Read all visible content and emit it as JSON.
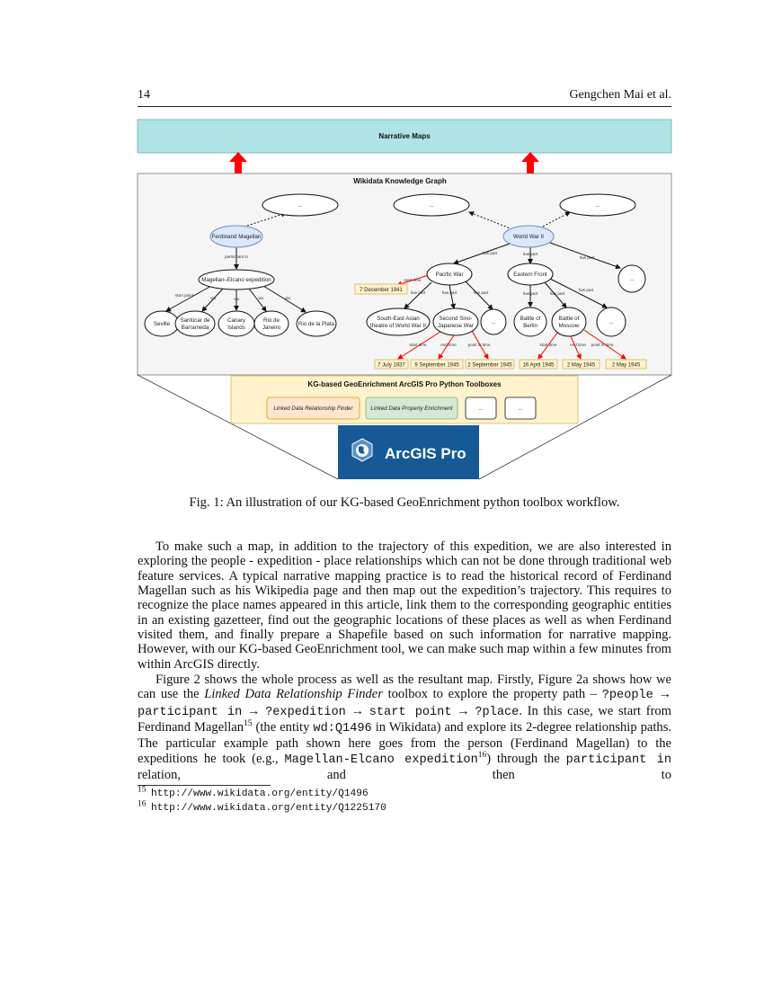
{
  "header": {
    "page_number": "14",
    "authors": "Gengchen Mai et al."
  },
  "figure": {
    "narrative_maps": "Narrative Maps",
    "kg_title": "Wikidata Knowledge Graph",
    "ellipsis": "...",
    "nodes": {
      "ferdinand": "Ferdinand Magellan",
      "expedition": "Magellan–Elcano expedition",
      "seville": "Seville",
      "sanlucar": [
        "Sanlúcar de",
        "Barrameda"
      ],
      "canary": [
        "Canary",
        "Islands"
      ],
      "rio": [
        "Rio de",
        "Janeiro"
      ],
      "plata": "Rio de la Plata",
      "ww2": "World War II",
      "pacific": "Pacific War",
      "eastern": "Eastern Front",
      "sea": [
        "South-East Asian",
        "theatre of World War II"
      ],
      "sino": [
        "Second Sino-",
        "Japanese War"
      ],
      "berlin": [
        "Battle of",
        "Berlin"
      ],
      "moscow": [
        "Battle of",
        "Moscow"
      ]
    },
    "edges": {
      "participant_in": "participant in",
      "start_point": "start point",
      "via": "via",
      "has_part": "has part",
      "start_time": "start time",
      "end_time": "end time",
      "point_in_time": "point in time"
    },
    "dates": [
      "7 December 1941",
      "7 July 1937",
      "9 September 1945",
      "2 September 1945",
      "16 April 1945",
      "2 May 1945",
      "2 May 1945"
    ],
    "toolbox_title": "KG-based GeoEnrichment ArcGIS Pro Python Toolboxes",
    "toolboxes": [
      "Linked Data Relationship Finder",
      "Linked Data Property Enrichment",
      "...",
      "..."
    ],
    "logo_text": "ArcGIS Pro",
    "colors": {
      "narrative": "#b0e3e6",
      "kg_bg": "#f5f5f5",
      "entity_blue": "#dae8fc",
      "toolbox_bg": "#fff2cc",
      "finder": "#ffe6cc",
      "enrichment": "#d5e8d4",
      "arcgis": "#155a96",
      "arrow_red": "#ff0000"
    }
  },
  "caption": "Fig. 1: An illustration of our KG-based GeoEnrichment python toolbox workflow.",
  "body": {
    "p1": [
      {
        "s": "n",
        "t": "To make such a map, in addition to the trajectory of this expedition, we are also interested in exploring the people - expedition - place relationships which can not be done through traditional web feature services. A typical narrative mapping practice is to read the historical record of Ferdinand Magellan such as his Wikipedia page and then map out the expedition’s trajectory. This requires to recognize the place names appeared in this article, link them to the corresponding geographic entities in an existing gazetteer, find out the geographic locations of these places as well as when Ferdinand visited them, and finally prepare a Shapefile based on such information for narrative mapping. However, with our KG-based GeoEnrichment tool, we can make such map within a few minutes from within ArcGIS directly."
      }
    ],
    "p2": [
      {
        "s": "n",
        "t": "Figure 2 shows the whole process as well as the resultant map. Firstly, Figure 2a shows how we can use the "
      },
      {
        "s": "i",
        "t": "Linked Data Relationship Finder"
      },
      {
        "s": "n",
        "t": " toolbox to explore the property path – "
      },
      {
        "s": "m",
        "t": "?people"
      },
      {
        "s": "n",
        "t": " → "
      },
      {
        "s": "m",
        "t": "participant in"
      },
      {
        "s": "n",
        "t": " → "
      },
      {
        "s": "m",
        "t": "?expedition"
      },
      {
        "s": "n",
        "t": " → "
      },
      {
        "s": "m",
        "t": "start point"
      },
      {
        "s": "n",
        "t": " → "
      },
      {
        "s": "m",
        "t": "?place"
      },
      {
        "s": "n",
        "t": ". In this case, we start from Ferdinand Magellan"
      },
      {
        "s": "sup",
        "t": "15"
      },
      {
        "s": "n",
        "t": " (the entity "
      },
      {
        "s": "m",
        "t": "wd:Q1496"
      },
      {
        "s": "n",
        "t": " in Wikidata) and explore its 2-degree relationship paths. The par­ticular example path shown here goes from the person (Ferdinand Magellan) to the expeditions he took (e.g., "
      },
      {
        "s": "m",
        "t": "Magellan-Elcano expedition"
      },
      {
        "s": "sup",
        "t": "16"
      },
      {
        "s": "n",
        "t": ") through the "
      },
      {
        "s": "m",
        "t": "participant in"
      },
      {
        "s": "n",
        "t": " relation, and then to"
      }
    ]
  },
  "footnotes": [
    {
      "num": "15",
      "url": "http://www.wikidata.org/entity/Q1496"
    },
    {
      "num": "16",
      "url": "http://www.wikidata.org/entity/Q1225170"
    }
  ]
}
